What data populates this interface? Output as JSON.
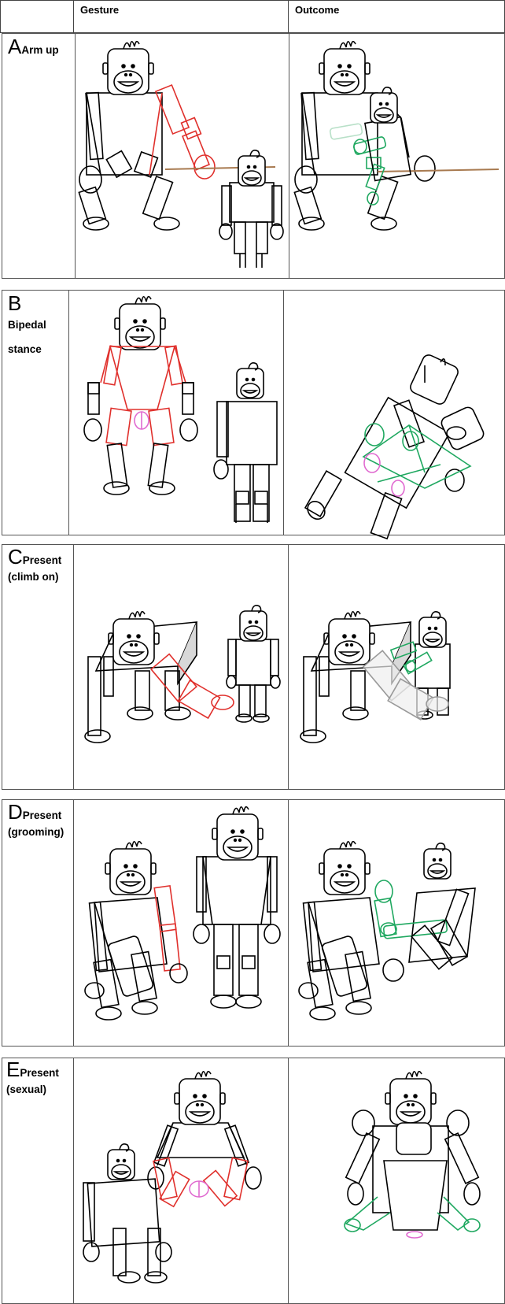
{
  "header": {
    "gesture": "Gesture",
    "outcome": "Outcome"
  },
  "rows": [
    {
      "letter": "A",
      "name": "Arm up",
      "sub": ""
    },
    {
      "letter": "B",
      "name": "",
      "sub": "Bipedal",
      "sub2": "stance"
    },
    {
      "letter": "C",
      "name": "Present",
      "sub": "(climb on)"
    },
    {
      "letter": "D",
      "name": "Present",
      "sub": "(grooming)"
    },
    {
      "letter": "E",
      "name": "Present",
      "sub": "(sexual)"
    }
  ],
  "colors": {
    "line": "#000000",
    "gesture": "#e0302c",
    "outcome": "#1fa860",
    "genital": "#e06ad0",
    "branch": "#a87a50"
  }
}
